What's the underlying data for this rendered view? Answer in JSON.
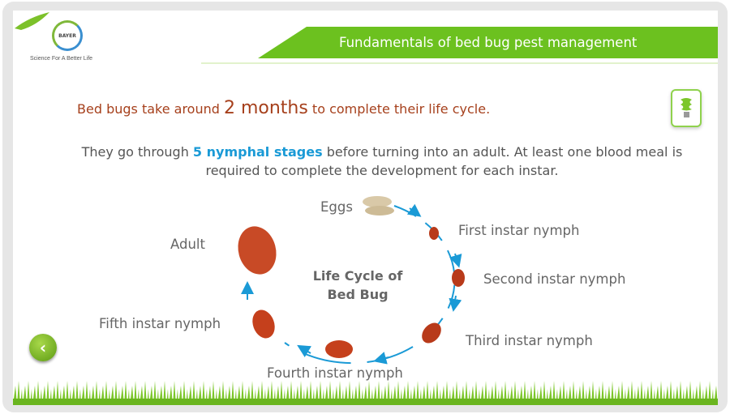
{
  "header": {
    "logo_text": "BAYER",
    "tagline": "Science For A Better Life",
    "title": "Fundamentals of bed bug pest management"
  },
  "headline": {
    "pre": "Bed bugs take around ",
    "big": "2 months",
    "post": " to complete their life cycle."
  },
  "body": {
    "pre": "They go through ",
    "highlight": "5 nymphal stages",
    "post": " before turning into an adult. At least one blood meal is required to complete the development for each instar."
  },
  "diagram": {
    "center": "Life Cycle of Bed Bug",
    "stages": [
      "Eggs",
      "First instar nymph",
      "Second instar nymph",
      "Third instar nymph",
      "Fourth instar nymph",
      "Fifth instar nymph",
      "Adult"
    ]
  },
  "icons": {
    "tip": "lightbulb-icon",
    "back": "chevron-left-icon"
  },
  "colors": {
    "brand_green": "#6cc11f",
    "headline": "#a6401c",
    "highlight": "#1a9ad6",
    "arrow": "#1a9ad6"
  }
}
